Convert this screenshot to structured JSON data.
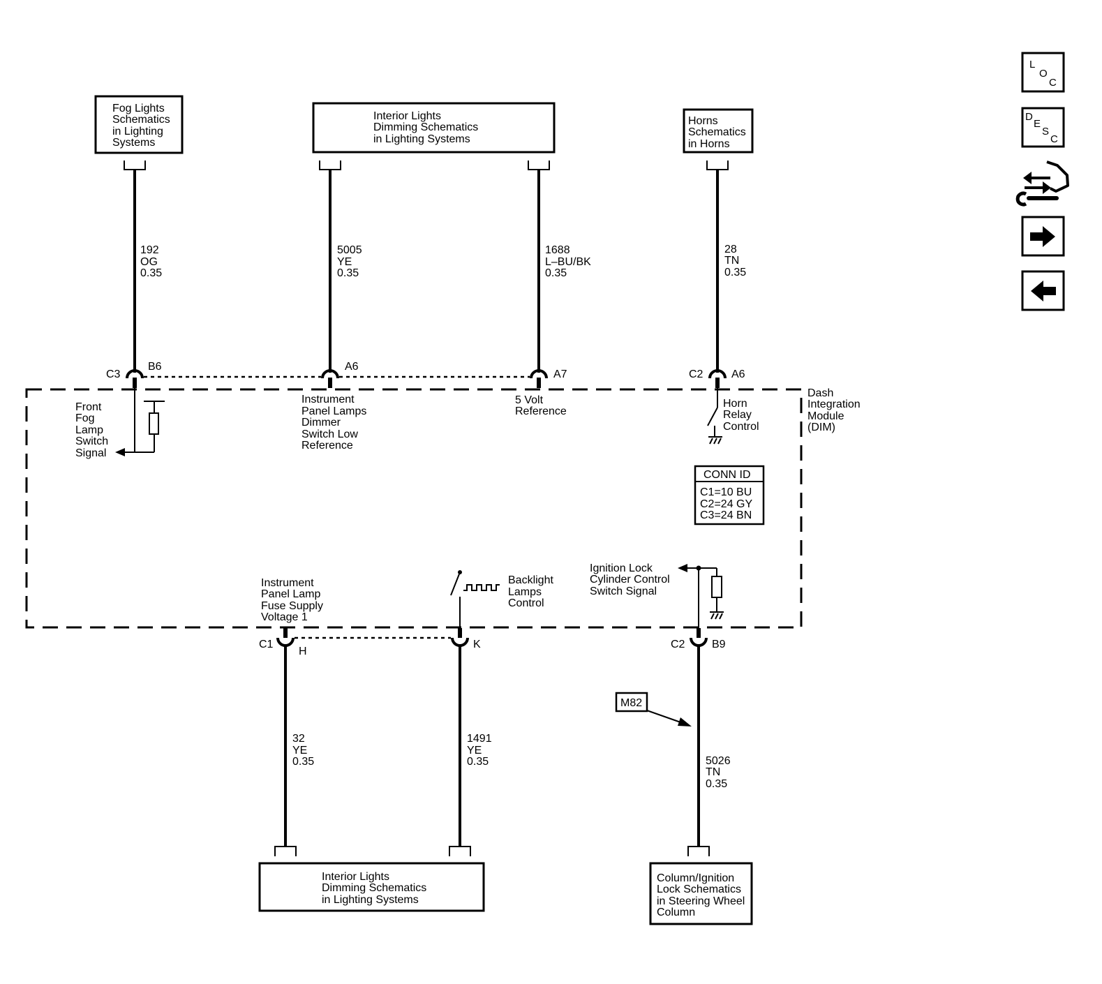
{
  "boxes": {
    "fog_lights": [
      "Fog Lights",
      "Schematics",
      "in Lighting",
      "Systems"
    ],
    "interior_top": [
      "Interior Lights",
      "Dimming Schematics",
      "in Lighting Systems"
    ],
    "horns": [
      "Horns",
      "Schematics",
      "in Horns"
    ],
    "interior_bottom": [
      "Interior Lights",
      "Dimming Schematics",
      "in Lighting Systems"
    ],
    "column_ignition": [
      "Column/Ignition",
      "Lock Schematics",
      "in Steering Wheel",
      "Column"
    ]
  },
  "wires": {
    "w192": [
      "192",
      "OG",
      "0.35"
    ],
    "w5005": [
      "5005",
      "YE",
      "0.35"
    ],
    "w1688": [
      "1688",
      "L–BU/BK",
      "0.35"
    ],
    "w28": [
      "28",
      "TN",
      "0.35"
    ],
    "w32": [
      "32",
      "YE",
      "0.35"
    ],
    "w1491": [
      "1491",
      "YE",
      "0.35"
    ],
    "w5026": [
      "5026",
      "TN",
      "0.35"
    ]
  },
  "pins": {
    "c3": "C3",
    "b6": "B6",
    "a6_top": "A6",
    "a7": "A7",
    "c2_top": "C2",
    "a6_horn": "A6",
    "c1": "C1",
    "h": "H",
    "k": "K",
    "c2_bottom": "C2",
    "b9": "B9"
  },
  "circuits": {
    "front_fog": [
      "Front",
      "Fog",
      "Lamp",
      "Switch",
      "Signal"
    ],
    "ip_dimmer": [
      "Instrument",
      "Panel Lamps",
      "Dimmer",
      "Switch Low",
      "Reference"
    ],
    "five_volt": [
      "5 Volt",
      "Reference"
    ],
    "horn_relay": [
      "Horn",
      "Relay",
      "Control"
    ],
    "ip_fuse": [
      "Instrument",
      "Panel Lamp",
      "Fuse Supply",
      "Voltage 1"
    ],
    "backlight": [
      "Backlight",
      "Lamps",
      "Control"
    ],
    "ignition_lock": [
      "Ignition Lock",
      "Cylinder Control",
      "Switch Signal"
    ]
  },
  "module": [
    "Dash",
    "Integration",
    "Module",
    "(DIM)"
  ],
  "conn_id": {
    "title": "CONN ID",
    "rows": [
      "C1=10 BU",
      "C2=24 GY",
      "C3=24 BN"
    ]
  },
  "callout": "M82",
  "sidebar": {
    "loc": [
      "L",
      "O",
      "C"
    ],
    "desc": [
      "D",
      "E",
      "S",
      "C"
    ]
  }
}
